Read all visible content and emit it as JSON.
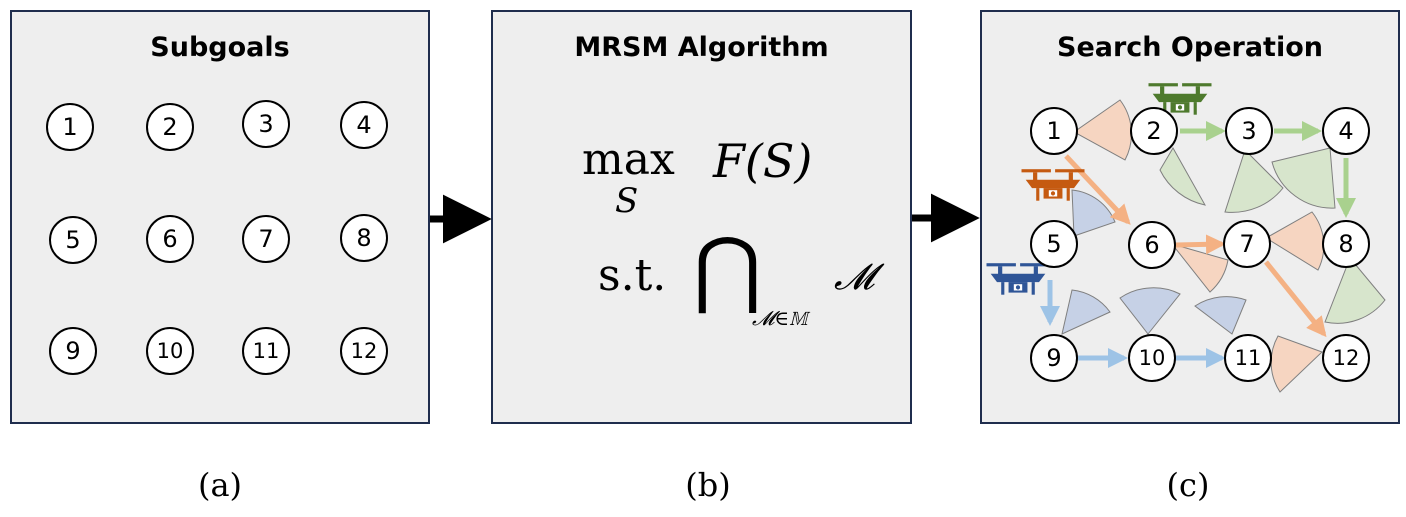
{
  "panel_a": {
    "title": "Subgoals",
    "nodes": [
      "1",
      "2",
      "3",
      "4",
      "5",
      "6",
      "7",
      "8",
      "9",
      "10",
      "11",
      "12"
    ]
  },
  "panel_b": {
    "title": "MRSM Algorithm",
    "max_op": "max",
    "max_sub": "S",
    "objective": "F(S)",
    "st": "s.t.",
    "intersection_symbol": "⋂",
    "intersection_sub": "𝓜∈𝕄",
    "intersection_term": "𝓜"
  },
  "panel_c": {
    "title": "Search Operation",
    "nodes": [
      "1",
      "2",
      "3",
      "4",
      "5",
      "6",
      "7",
      "8",
      "9",
      "10",
      "11",
      "12"
    ],
    "colors": {
      "green_drone": "#4e7a2d",
      "orange_drone": "#c55a11",
      "blue_drone": "#2f5597",
      "green_path": "#a9d18e",
      "orange_path": "#f4b183",
      "blue_path": "#9dc3e6",
      "green_sector": "#d7e5cc",
      "orange_sector": "#f6d5c1",
      "blue_sector": "#c6d1e6"
    }
  },
  "captions": [
    "(a)",
    "(b)",
    "(c)"
  ]
}
